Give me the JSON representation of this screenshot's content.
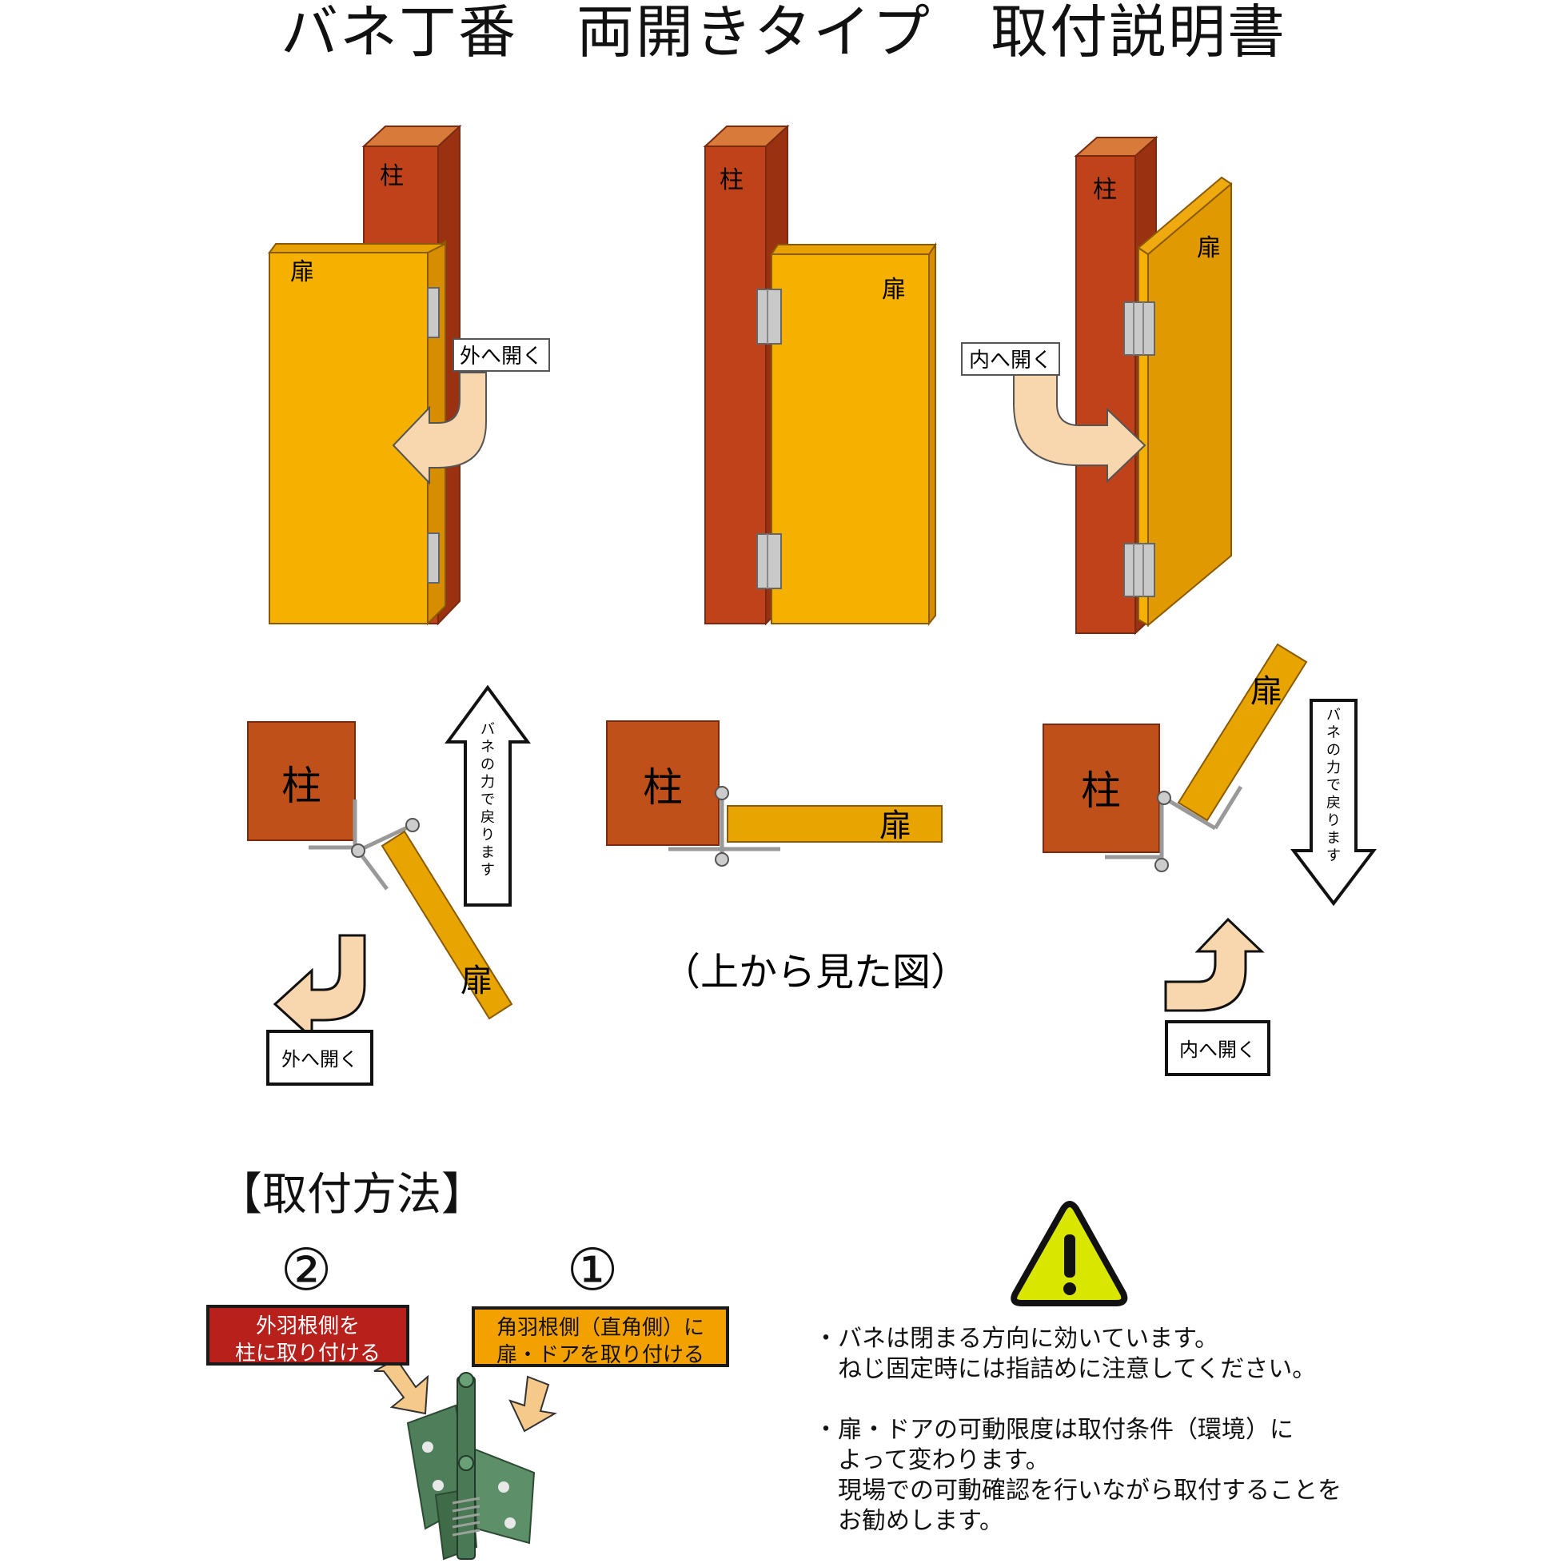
{
  "title": "バネ丁番　両開きタイプ　取付説明書",
  "labels": {
    "pillar": "柱",
    "door": "扉",
    "open_outward": "外へ開く",
    "open_inward": "内へ開く",
    "spring_return": "バネの力で戻ります",
    "top_view": "（上から見た図）"
  },
  "howto": {
    "title": "【取付方法】",
    "steps": [
      {
        "number": "①",
        "text_line1": "角羽根側（直角側）に",
        "text_line2": "扉・ドアを取り付ける"
      },
      {
        "number": "②",
        "text_line1": "外羽根側を",
        "text_line2": "柱に取り付ける"
      }
    ]
  },
  "warning": {
    "icon": "warning-triangle-icon",
    "notes": [
      "・バネは閉まる方向に効いています。\n　ねじ固定時には指詰めに注意してください。",
      "・扉・ドアの可動限度は取付条件（環境）に\n　よって変わります。\n　現場での可動確認を行いながら取付することを\n　お勧めします。"
    ]
  },
  "colors": {
    "pillar_front": "#c0421a",
    "pillar_side": "#9a3212",
    "pillar_top": "#d77a3a",
    "door_front": "#f5b000",
    "door_side": "#d68d00",
    "door_edge": "#e7a200",
    "hinge": "#c9c9c9",
    "arrow_fill": "#f8d7ae",
    "warning_yellow": "#d9e600",
    "step1_box": "#f2a100",
    "step2_box": "#b8201c",
    "hinge_photo_green": "#4f7f5a"
  }
}
